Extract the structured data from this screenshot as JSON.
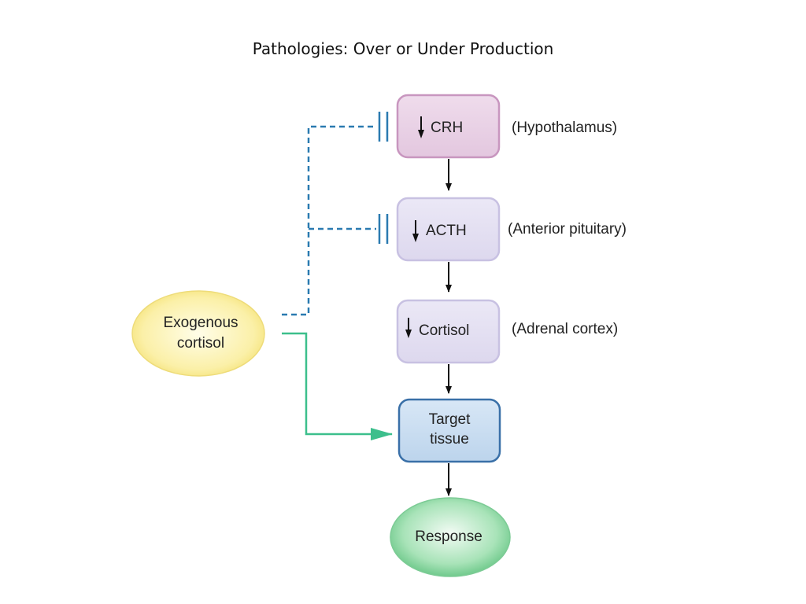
{
  "title": "Pathologies: Over or Under Production",
  "nodes": {
    "crh": {
      "label": "CRH",
      "location": "(Hypothalamus)"
    },
    "acth": {
      "label": "ACTH",
      "location": "(Anterior pituitary)"
    },
    "cortisol": {
      "label": "Cortisol",
      "location": "(Adrenal cortex)"
    },
    "target": {
      "line1": "Target",
      "line2": "tissue"
    },
    "response": {
      "label": "Response"
    },
    "exogenous": {
      "line1": "Exogenous",
      "line2": "cortisol"
    }
  },
  "colors": {
    "inhibition_line": "#2a7ab0",
    "exogenous_path": "#3cbf8c",
    "crh_box": "#ead6e6",
    "pituitary_adrenal_box": "#e6e2f2",
    "target_box": "#cfe0f2",
    "response_ellipse": "#8fd8a6",
    "exogenous_ellipse": "#fbee9a"
  }
}
